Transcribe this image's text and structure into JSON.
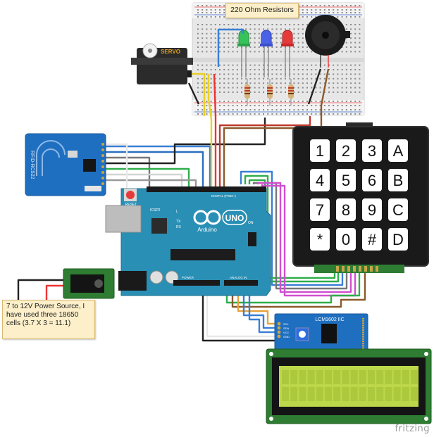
{
  "notes": {
    "resistors": "220 Ohm Resistors",
    "power": "7 to 12V Power Source, I have used three 18650 cells (3.7 X 3 = 11.1)"
  },
  "servo": {
    "label": "SERVO"
  },
  "rfid": {
    "label": "RFID-RC522"
  },
  "arduino": {
    "brand": "Arduino",
    "model": "UNO",
    "reset_label": "RESET",
    "icsp_label": "ICSP2",
    "tx_label": "TX",
    "rx_label": "RX",
    "l_label": "L",
    "on_label": "ON",
    "digital_label": "DIGITAL (PWM~)",
    "analog_label": "ANALOG IN",
    "power_label": "POWER"
  },
  "keypad": {
    "keys": [
      "1",
      "2",
      "3",
      "A",
      "4",
      "5",
      "6",
      "B",
      "7",
      "8",
      "9",
      "C",
      "*",
      "0",
      "#",
      "D"
    ]
  },
  "i2c": {
    "label": "LCM1602 IIC",
    "pins": [
      "SCL",
      "SDA",
      "VCC",
      "GND"
    ]
  },
  "footer": {
    "brand": "fritzing"
  },
  "colors": {
    "arduino": "#2a8fb5",
    "keypad": "#1a1a1a",
    "lcd_screen": "#bcd84a",
    "pcb_green": "#2e7d32",
    "rfid_blue": "#1f6fc0",
    "note_bg": "#fcefc9"
  }
}
